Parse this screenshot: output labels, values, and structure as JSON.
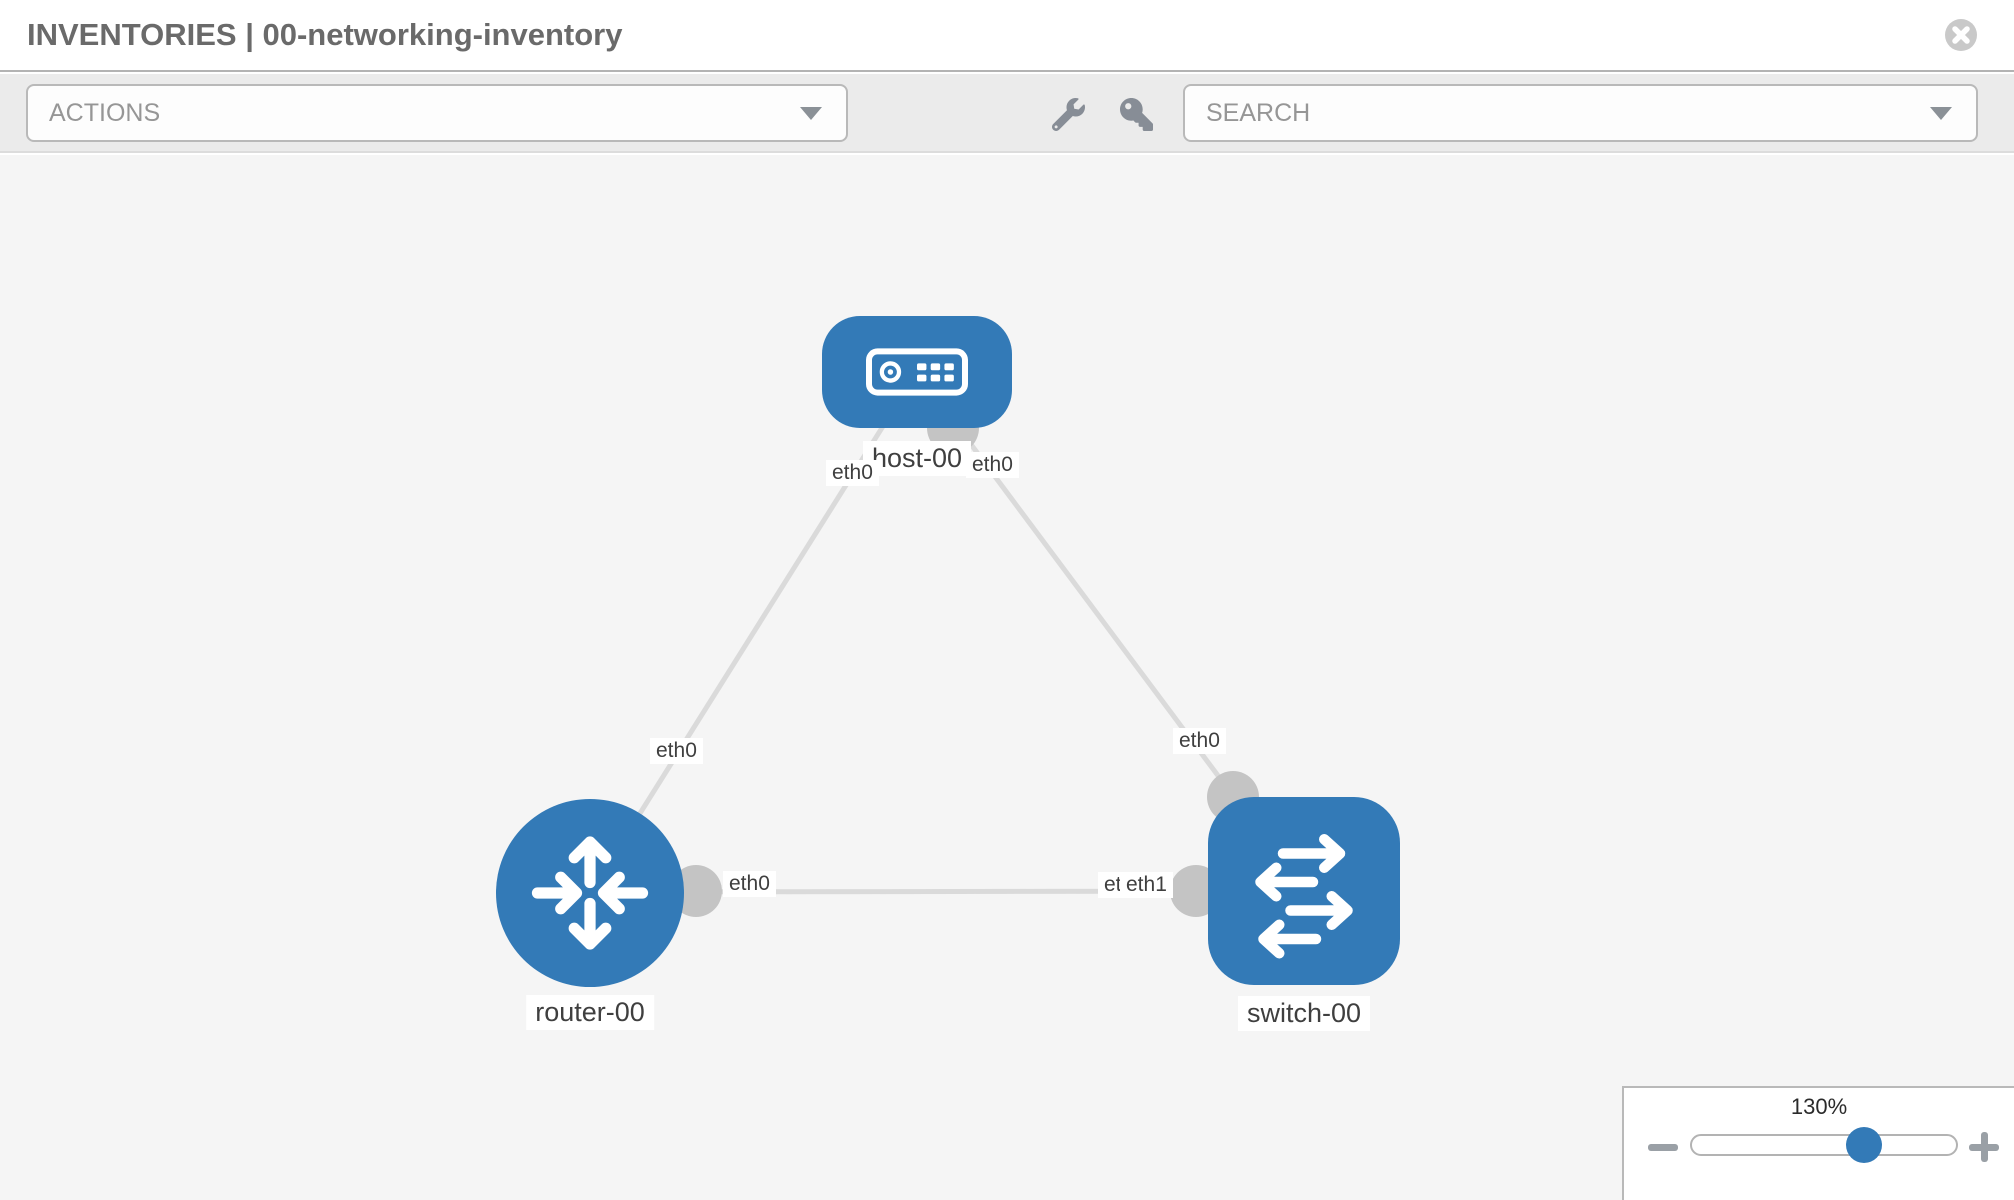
{
  "window": {
    "title": "INVENTORIES | 00-networking-inventory"
  },
  "toolbar": {
    "actions_label": "ACTIONS",
    "search_placeholder": "SEARCH",
    "tool_icons": [
      "wrench-icon",
      "key-icon"
    ]
  },
  "colors": {
    "node_blue": "#337ab7",
    "link_gray": "#dadada",
    "interface_dot_gray": "#c4c4c4",
    "canvas_bg": "#f5f5f5"
  },
  "topology": {
    "nodes": [
      {
        "name": "host-00",
        "type": "host"
      },
      {
        "name": "router-00",
        "type": "router"
      },
      {
        "name": "switch-00",
        "type": "switch"
      }
    ],
    "links": [
      {
        "from": "host-00",
        "to": "router-00"
      },
      {
        "from": "host-00",
        "to": "switch-00"
      },
      {
        "from": "router-00",
        "to": "switch-00"
      }
    ],
    "interface_labels": {
      "host_to_router_host_side": "eth0",
      "host_to_switch_host_side": "eth0",
      "host_to_router_mid": "eth0",
      "host_to_switch_mid": "eth0",
      "router_to_switch_router_side": "eth0",
      "router_to_switch_switch_side_hidden": "eth0",
      "router_to_switch_switch_side": "eth1"
    }
  },
  "zoom_control": {
    "level": "130%"
  }
}
